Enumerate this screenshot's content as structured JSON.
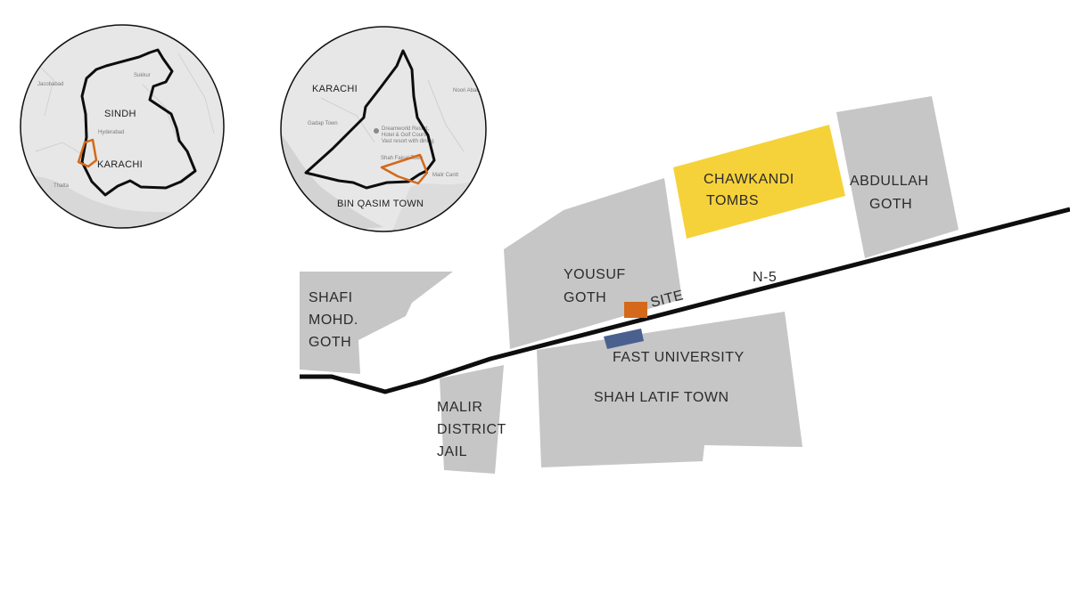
{
  "colors": {
    "block": "#c6c6c6",
    "tombs": "#f6d23a",
    "site": "#d4691a",
    "fast": "#4a6190",
    "road": "#0e0e0e",
    "inset_bg": "#e7e7e7",
    "orange_text": "#c96a1c"
  },
  "insets": {
    "sindh": {
      "region_label": "SINDH",
      "city_label": "KARACHI"
    },
    "karachi": {
      "region_label": "KARACHI",
      "town_label": "BIN QASIM TOWN",
      "poi_1": "Dreamworld Resort,",
      "poi_2": "Hotel & Golf Course",
      "poi_3": "Vast resort with dining",
      "poi_4": "Shah Faisal Town",
      "poi_5": "Noori Abad",
      "poi_6": "Gadap Town",
      "poi_7": "Malir Cantt"
    }
  },
  "map": {
    "chawkandi_line1": "CHAWKANDI",
    "chawkandi_line2": "TOMBS",
    "abdullah_line1": "ABDULLAH",
    "abdullah_line2": "GOTH",
    "yousuf_line1": "YOUSUF",
    "yousuf_line2": "GOTH",
    "site": "SITE",
    "road": "N-5",
    "shafi_line1": "SHAFI",
    "shafi_line2": "MOHD.",
    "shafi_line3": "GOTH",
    "fast": "FAST UNIVERSITY",
    "shah_latif": "SHAH LATIF TOWN",
    "malir_line1": "MALIR",
    "malir_line2": "DISTRICT",
    "malir_line3": "JAIL"
  }
}
